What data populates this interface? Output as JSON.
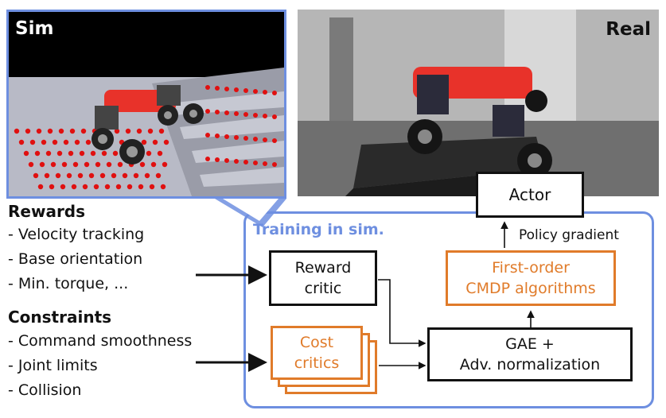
{
  "sim_panel": {
    "label": "Sim"
  },
  "real_panel": {
    "label": "Real"
  },
  "rewards": {
    "title": "Rewards",
    "items": [
      "- Velocity tracking",
      "- Base orientation",
      "- Min. torque, ..."
    ]
  },
  "constraints": {
    "title": "Constraints",
    "items": [
      "- Command smoothness",
      "- Joint limits",
      "- Collision"
    ]
  },
  "training": {
    "title": "Training in sim.",
    "reward_critic": [
      "Reward",
      "critic"
    ],
    "cost_critics": [
      "Cost",
      "critics"
    ],
    "gae": [
      "GAE +",
      "Adv. normalization"
    ],
    "cmdp": [
      "First-order",
      "CMDP algorithms"
    ],
    "actor": "Actor",
    "policy_gradient": "Policy gradient"
  },
  "colors": {
    "accent_blue": "#6e8fe0",
    "orange": "#e07b2a",
    "black": "#111111",
    "robot_red": "#e8322a",
    "marker_red": "#e01010"
  }
}
